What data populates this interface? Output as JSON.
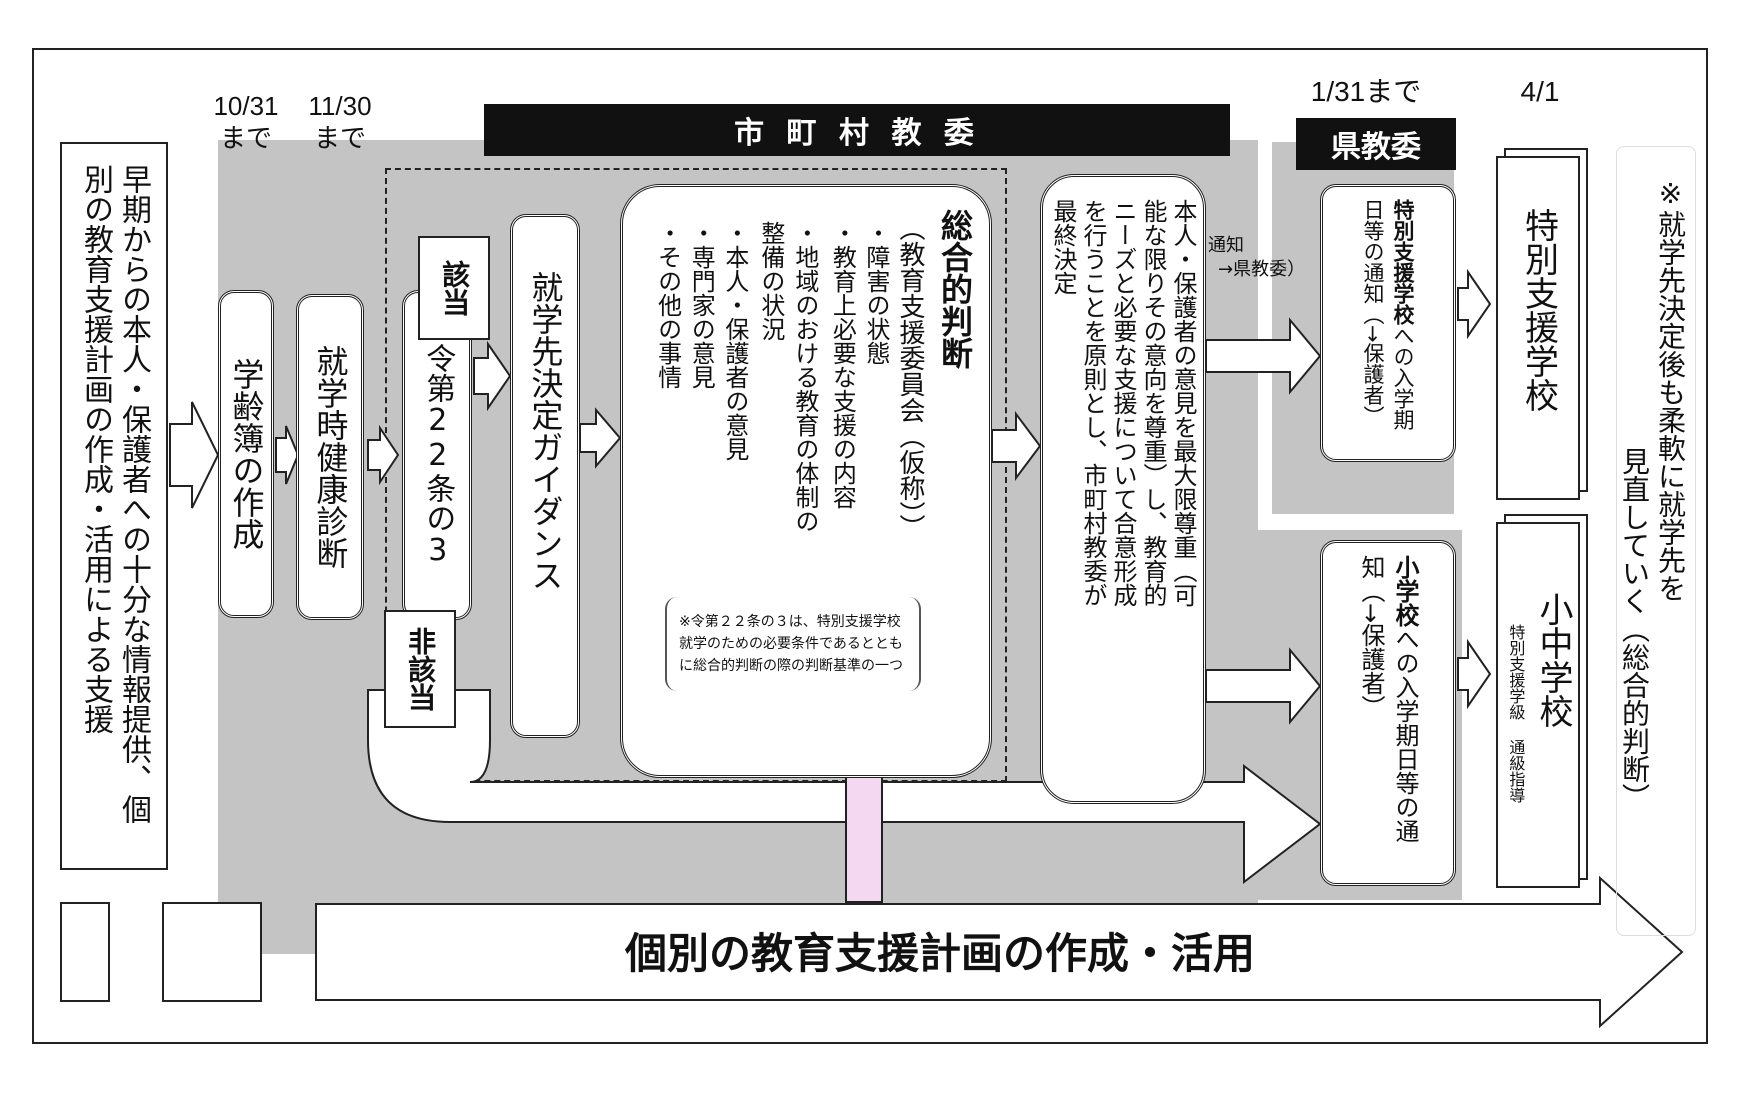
{
  "dates": {
    "d1_line1": "10/31",
    "d1_line2": "まで",
    "d2_line1": "11/30",
    "d2_line2": "まで",
    "d3": "1/31まで",
    "d4": "4/1"
  },
  "headers": {
    "municipal": "市 町 村 教 委",
    "prefectural": "県教委"
  },
  "left_support": "早期からの本人・保護者への十分な情報提供、個別の教育支援計画の作成・活用による支援",
  "steps": {
    "register": "学齢簿の作成",
    "health": "就学時健康診断",
    "applicable": "該当",
    "not_applicable": "非該当",
    "art22": "令第22条の3",
    "guidance": "就学先決定ガイダンス"
  },
  "judgment": {
    "title": "総合的判断",
    "committee": "（教育支援委員会（仮称））",
    "items": [
      "・障害の状態",
      "・教育上必要な支援の内容",
      "・地域のおける教育の体制の整備の状況",
      "・本人・保護者の意見",
      "・専門家の意見",
      "・その他の事情"
    ],
    "note": "※令第２２条の３は、特別支援学校就学のための必要条件であるとともに総合的判断の際の判断基準の一つ"
  },
  "final_decision": "本人・保護者の意見を最大限尊重（可能な限りその意向を尊重）し、教育的ニーズと必要な支援について合意形成を行うことを原則とし、市町村教委が最終決定",
  "notify_label": {
    "line1": "通知",
    "line2": "→県教委）"
  },
  "notice_special": {
    "bold": "特別支援学校",
    "rest": "への入学期日等の通知（→保護者）"
  },
  "notice_elementary": {
    "bold": "小学校",
    "rest": "への入学期日等の通知（→保護者）"
  },
  "schools": {
    "special": "特別支援学校",
    "elementary": "小中学校",
    "elementary_sub": "特別支援学級 通級指導"
  },
  "side_note": {
    "line1": "※就学先決定後も柔軟に就学先を",
    "line2": "見直していく（総合的判断）"
  },
  "bottom_banner": "個別の教育支援計画の作成・活用",
  "colors": {
    "gray_area": "#c4c4c4",
    "header_bar": "#111111",
    "pink_arrow": "#f4d7f0",
    "side_accent": "#1a2fa6"
  }
}
